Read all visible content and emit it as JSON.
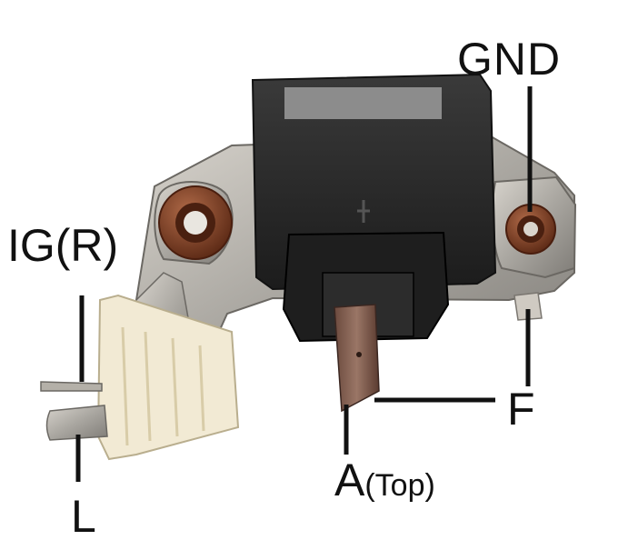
{
  "labels": {
    "gnd": "GND",
    "ig": "IG(R)",
    "f": "F",
    "a_main": "A",
    "a_sub": "(Top)",
    "l": "L"
  },
  "colors": {
    "housing": "#2a2a2a",
    "metal": "#a9a6a0",
    "grommet": "#7a3a22",
    "connector": "#f2ead4",
    "label_patch": "#8c8c8c",
    "leader": "#111111"
  }
}
